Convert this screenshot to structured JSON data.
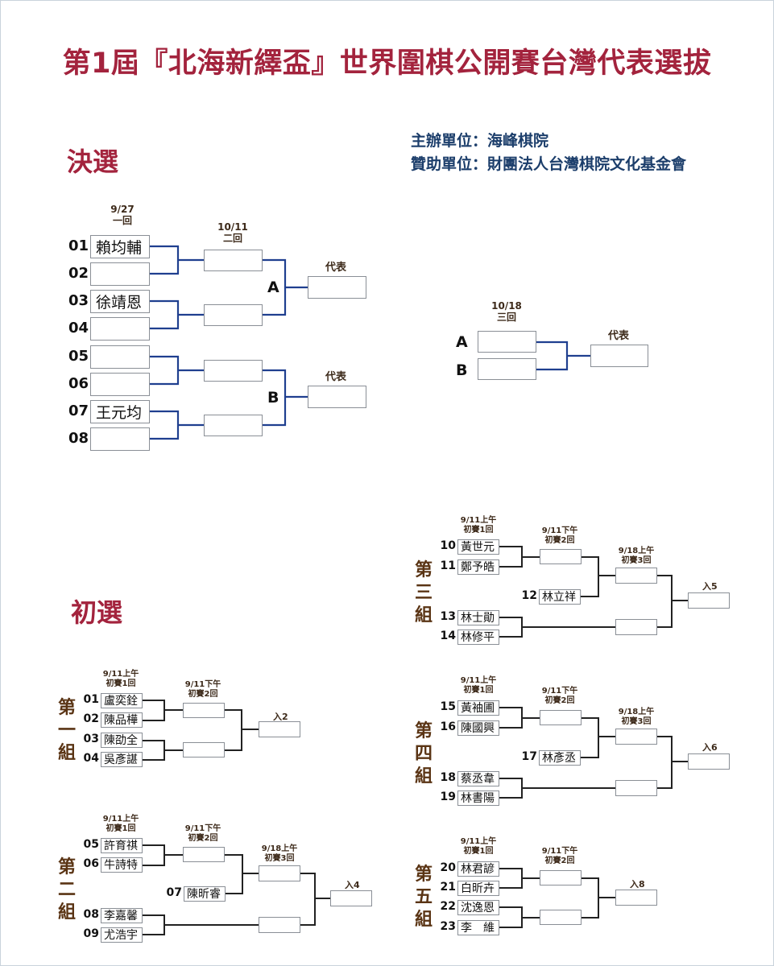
{
  "title": "第1屆『北海新繹盃』世界圍棋公開賽台灣代表選拔",
  "organizer": "主辦單位：海峰棋院",
  "sponsor": "贊助單位：財團法人台灣棋院文化基金會",
  "finals": {
    "heading": "決選",
    "round1": {
      "date": "9/27",
      "name": "一回"
    },
    "round2": {
      "date": "10/11",
      "name": "二回"
    },
    "round3": {
      "date": "10/18",
      "name": "三回"
    },
    "representative": "代表",
    "bracket_a": "A",
    "bracket_b": "B",
    "slots": [
      {
        "no": "01",
        "name": "賴均輔"
      },
      {
        "no": "02",
        "name": ""
      },
      {
        "no": "03",
        "name": "徐靖恩"
      },
      {
        "no": "04",
        "name": ""
      },
      {
        "no": "05",
        "name": ""
      },
      {
        "no": "06",
        "name": ""
      },
      {
        "no": "07",
        "name": "王元均"
      },
      {
        "no": "08",
        "name": ""
      }
    ]
  },
  "prelims": {
    "heading": "初選",
    "r1": {
      "date": "9/11上午",
      "name": "初賽1回"
    },
    "r2": {
      "date": "9/11下午",
      "name": "初賽2回"
    },
    "r3": {
      "date": "9/18上午",
      "name": "初賽3回"
    },
    "groups": {
      "g1": {
        "label": [
          "第",
          "一",
          "組"
        ],
        "advance": "入2",
        "players": [
          {
            "no": "01",
            "name": "盧奕銓"
          },
          {
            "no": "02",
            "name": "陳品樺"
          },
          {
            "no": "03",
            "name": "陳劭全"
          },
          {
            "no": "04",
            "name": "吳彥諶"
          }
        ]
      },
      "g2": {
        "label": [
          "第",
          "二",
          "組"
        ],
        "advance": "入4",
        "players": [
          {
            "no": "05",
            "name": "許育祺"
          },
          {
            "no": "06",
            "name": "牛詩特"
          },
          {
            "no": "07",
            "name": "陳昕睿"
          },
          {
            "no": "08",
            "name": "李嘉馨"
          },
          {
            "no": "09",
            "name": "尤浩宇"
          }
        ]
      },
      "g3": {
        "label": [
          "第",
          "三",
          "組"
        ],
        "advance": "入5",
        "players": [
          {
            "no": "10",
            "name": "黃世元"
          },
          {
            "no": "11",
            "name": "鄭予皓"
          },
          {
            "no": "12",
            "name": "林立祥"
          },
          {
            "no": "13",
            "name": "林士勛"
          },
          {
            "no": "14",
            "name": "林修平"
          }
        ]
      },
      "g4": {
        "label": [
          "第",
          "四",
          "組"
        ],
        "advance": "入6",
        "players": [
          {
            "no": "15",
            "name": "黃袖圃"
          },
          {
            "no": "16",
            "name": "陳國興"
          },
          {
            "no": "17",
            "name": "林彥丞"
          },
          {
            "no": "18",
            "name": "蔡丞韋"
          },
          {
            "no": "19",
            "name": "林書陽"
          }
        ]
      },
      "g5": {
        "label": [
          "第",
          "五",
          "組"
        ],
        "advance": "入8",
        "players": [
          {
            "no": "20",
            "name": "林君諺"
          },
          {
            "no": "21",
            "name": "白昕卉"
          },
          {
            "no": "22",
            "name": "沈逸恩"
          },
          {
            "no": "23",
            "name": "李　維"
          }
        ]
      }
    }
  },
  "colors": {
    "title": "#a3233d",
    "org": "#1c3e6b",
    "final_lines": "#1f3f8f",
    "prelim_lines": "#222222",
    "group_label": "#5a3414"
  }
}
